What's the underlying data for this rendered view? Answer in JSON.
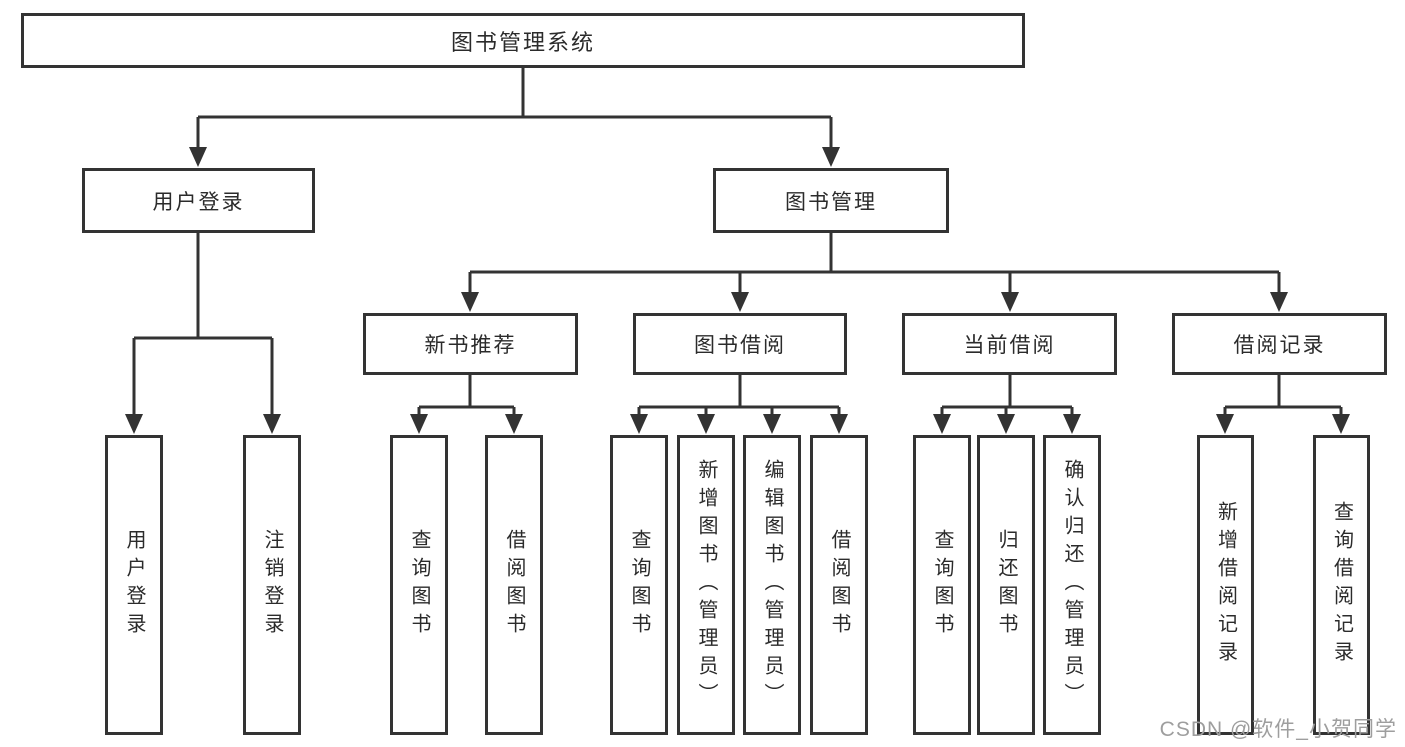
{
  "tree": {
    "root": "图书管理系统",
    "branches": [
      {
        "label": "用户登录",
        "leaves": [
          "用户登录",
          "注销登录"
        ]
      },
      {
        "label": "图书管理",
        "groups": [
          {
            "label": "新书推荐",
            "leaves": [
              "查询图书",
              "借阅图书"
            ]
          },
          {
            "label": "图书借阅",
            "leaves": [
              "查询图书",
              "新增图书（管理员）",
              "编辑图书（管理员）",
              "借阅图书"
            ]
          },
          {
            "label": "当前借阅",
            "leaves": [
              "查询图书",
              "归还图书",
              "确认归还（管理员）"
            ]
          },
          {
            "label": "借阅记录",
            "leaves": [
              "新增借阅记录",
              "查询借阅记录"
            ]
          }
        ]
      }
    ]
  },
  "watermark": "CSDN @软件_小贺同学",
  "colors": {
    "line": "#333333",
    "text": "#2b2b2b",
    "watermark": "#9e9e9e",
    "background": "#ffffff"
  }
}
